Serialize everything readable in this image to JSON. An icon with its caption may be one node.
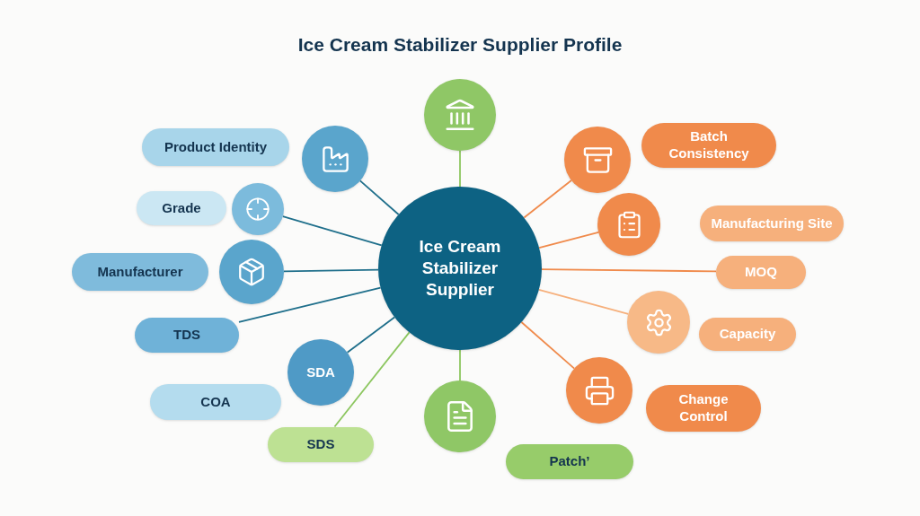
{
  "diagram": {
    "title": "Ice Cream Stabilizer Supplier Profile",
    "nodes": [
      {
        "text": [
          "Ice Cream Stabilizer Supplier"
        ]
      },
      {
        "text": [],
        "shape": "circle"
      },
      {
        "text": [
          "Product Identity"
        ]
      },
      {
        "text": [],
        "shape": "circle"
      },
      {
        "text": [
          "Grade"
        ]
      },
      {
        "text": [],
        "shape": "circle"
      },
      {
        "text": [
          "Manufacturer"
        ]
      },
      {
        "text": [],
        "shape": "circle"
      },
      {
        "text": [
          "TDS"
        ]
      },
      {
        "text": [
          "SDA"
        ]
      },
      {
        "text": [
          "COA"
        ]
      },
      {
        "text": [
          "SDS"
        ]
      },
      {
        "text": [],
        "shape": "circle"
      },
      {
        "text": [],
        "shape": "circle"
      },
      {
        "text": [
          "Batch Consistency"
        ]
      },
      {
        "text": [],
        "shape": "circle"
      },
      {
        "text": [
          "Manufacturing Site"
        ]
      },
      {
        "text": [
          "MOQ"
        ]
      },
      {
        "text": [],
        "shape": "circle"
      },
      {
        "text": [
          "Capacity"
        ]
      },
      {
        "text": [],
        "shape": "circle"
      },
      {
        "text": [
          "Change Control"
        ]
      },
      {
        "text": [
          "Patch’"
        ]
      }
    ],
    "edges": [
      {
        "from": 0,
        "to": 1,
        "arrow": "none",
        "color": "#8cc65f"
      },
      {
        "from": 0,
        "to": 3,
        "arrow": "none"
      },
      {
        "from": 0,
        "to": 5,
        "arrow": "none"
      },
      {
        "from": 0,
        "to": 7,
        "arrow": "none"
      },
      {
        "from": 0,
        "to": 8,
        "arrow": "none"
      },
      {
        "from": 0,
        "to": 9,
        "arrow": "none"
      },
      {
        "from": 0,
        "to": 11,
        "arrow": "none",
        "color": "#8cc65f"
      },
      {
        "from": 0,
        "to": 12,
        "arrow": "none",
        "color": "#8cc65f"
      },
      {
        "from": 0,
        "to": 13,
        "arrow": "none",
        "color": "#f08a4b"
      },
      {
        "from": 0,
        "to": 15,
        "arrow": "none",
        "color": "#f08a4b"
      },
      {
        "from": 0,
        "to": 17,
        "arrow": "none",
        "color": "#f08a4b"
      },
      {
        "from": 0,
        "to": 18,
        "arrow": "none",
        "color": "#f6b07c"
      },
      {
        "from": 0,
        "to": 20,
        "arrow": "none",
        "color": "#f08a4b"
      }
    ]
  }
}
